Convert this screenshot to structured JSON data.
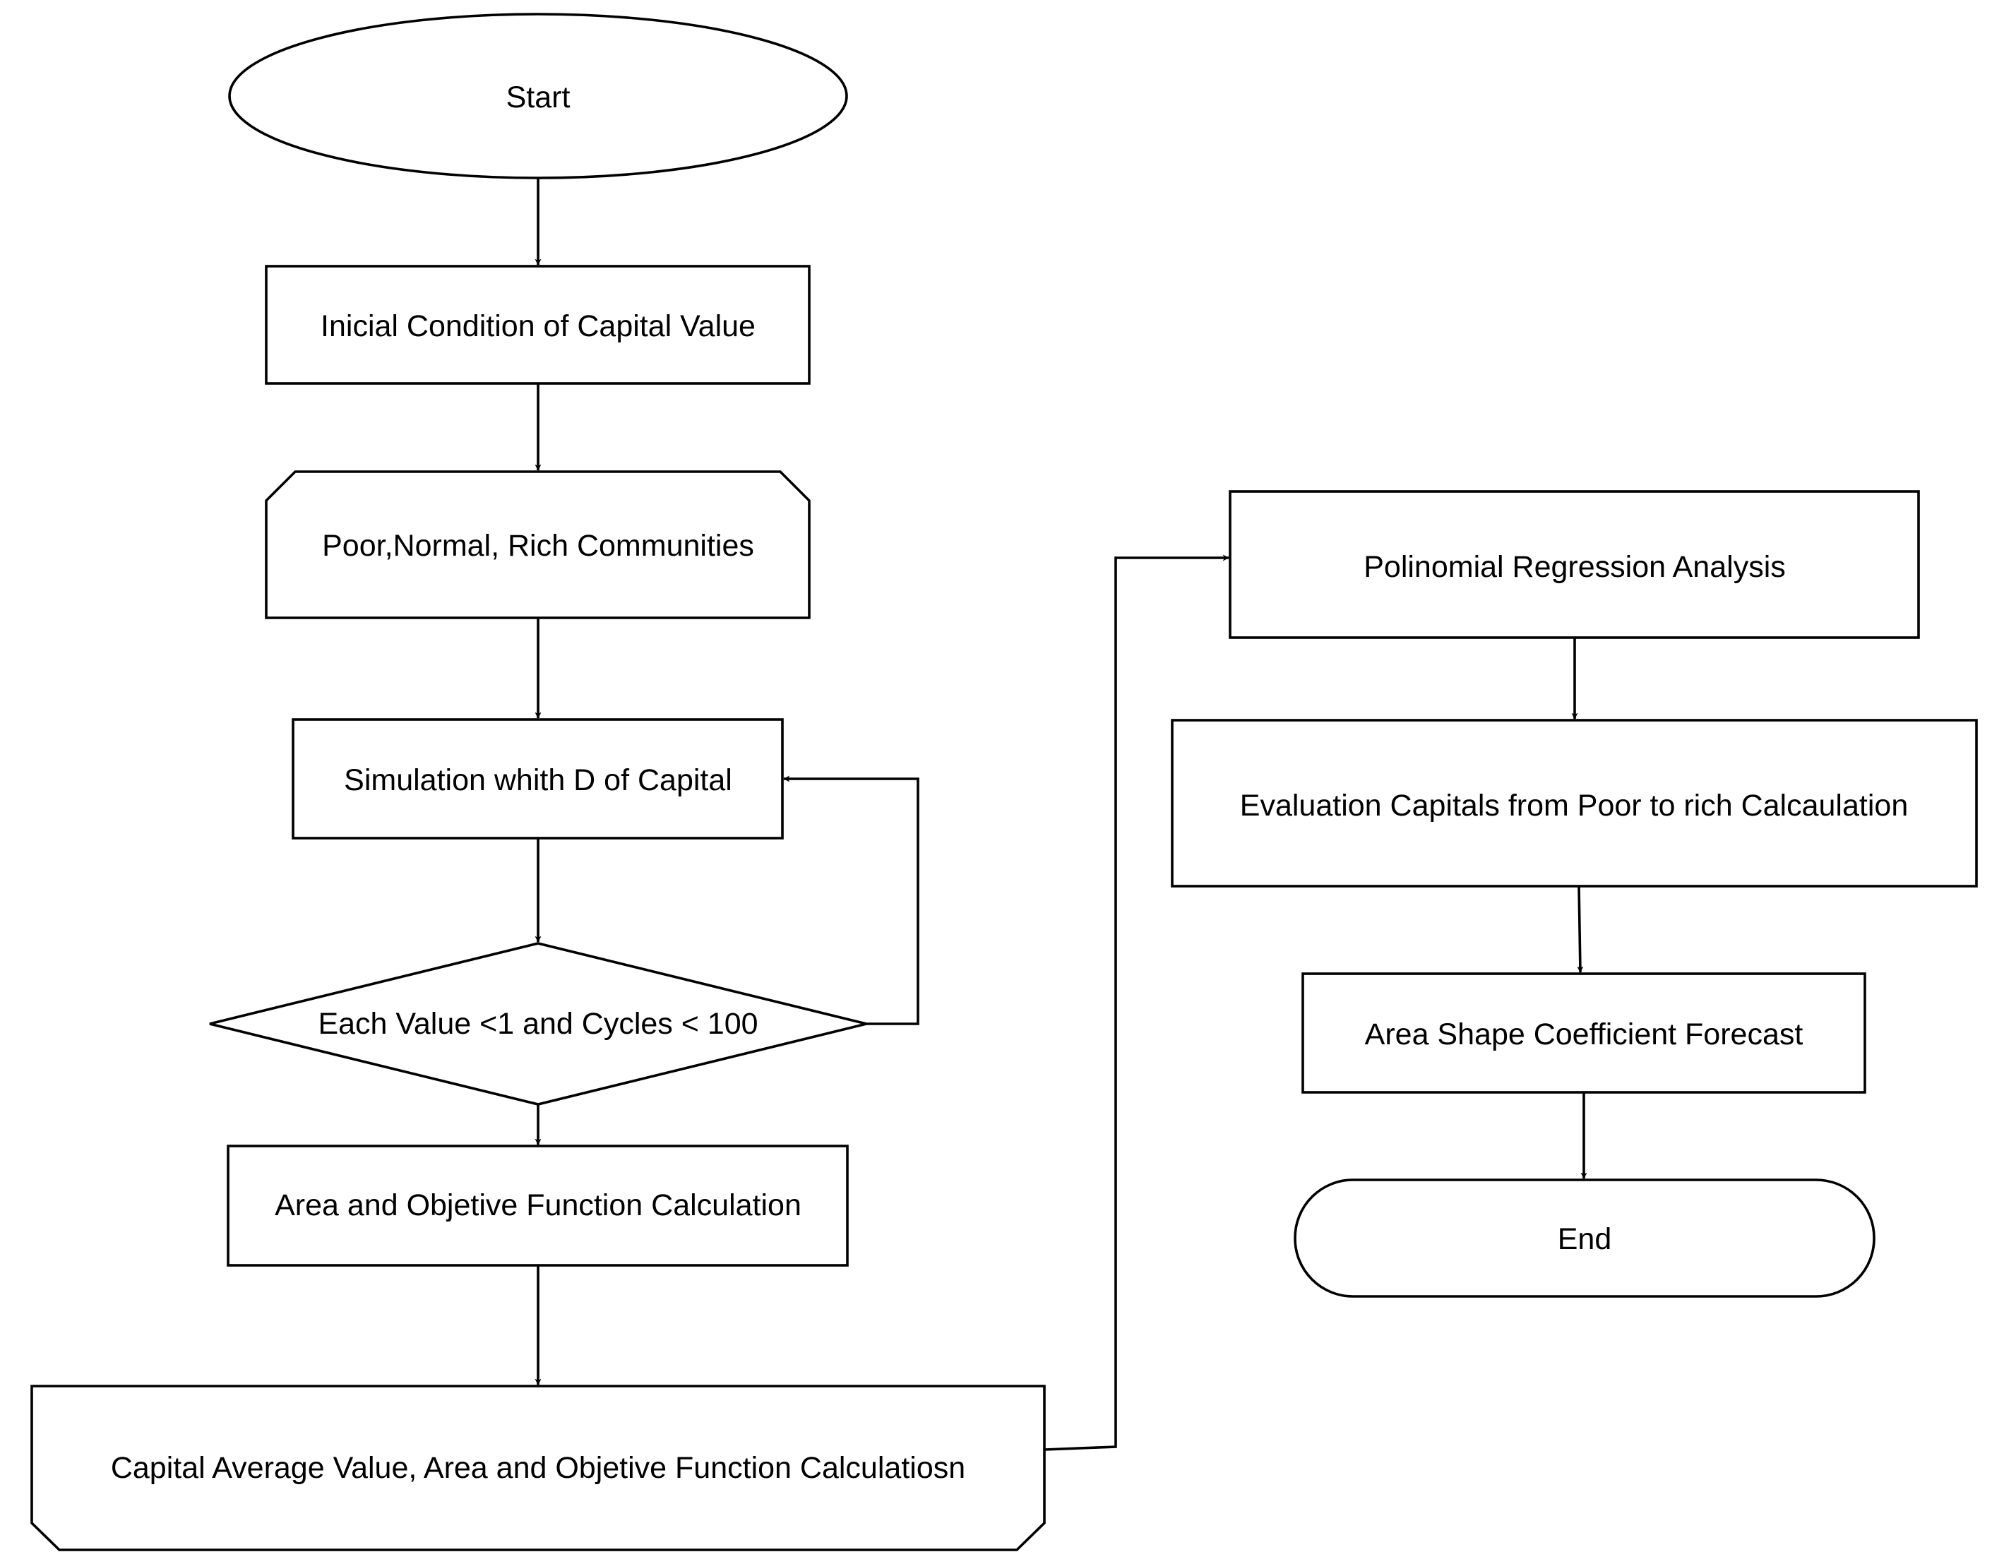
{
  "nodes": {
    "start": "Start",
    "initial_condition": "Inicial Condition of Capital Value",
    "communities": "Poor,Normal, Rich Communities",
    "simulation": "Simulation whith D of Capital",
    "decision": "Each Value <1 and Cycles < 100",
    "area_objective": "Area and Objetive Function Calculation",
    "capital_average": "Capital Average Value, Area and Objetive Function Calculatiosn",
    "polynomial_regression": "Polinomial Regression Analysis",
    "evaluation": "Evaluation Capitals from Poor to rich Calcaulation",
    "area_shape_forecast": "Area Shape Coefficient Forecast",
    "end": "End"
  },
  "colors": {
    "stroke": "#000000",
    "fill": "#ffffff",
    "text": "#000000"
  }
}
